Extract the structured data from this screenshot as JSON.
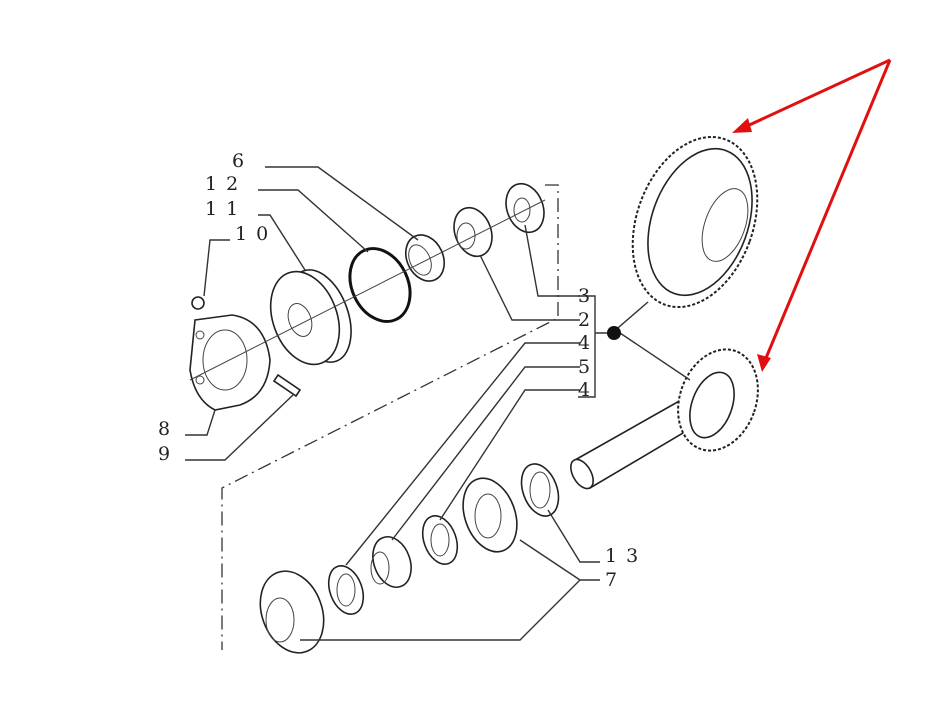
{
  "diagram": {
    "callouts": {
      "l6": "6",
      "l12": "12",
      "l11": "11",
      "l10": "10",
      "l8": "8",
      "l9": "9",
      "l3": "3",
      "l2": "2",
      "l4a": "4",
      "l5": "5",
      "l4b": "4",
      "l13": "13",
      "l7": "7"
    },
    "arrow_color": "#e01010"
  }
}
